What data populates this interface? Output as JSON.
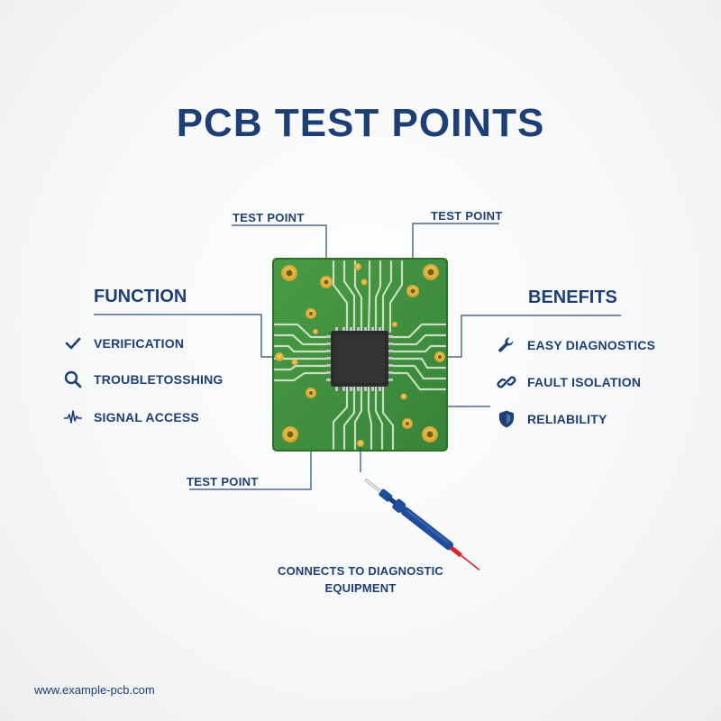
{
  "title": "PCB TEST POINTS",
  "test_points": {
    "top_left": "TEST POINT",
    "top_right": "TEST POINT",
    "bottom_left": "TEST POINT"
  },
  "function": {
    "heading": "FUNCTION",
    "items": [
      {
        "label": "VERIFICATION",
        "icon": "checkmark-icon"
      },
      {
        "label": "TROUBLETOSSHING",
        "icon": "magnifier-icon"
      },
      {
        "label": "SIGNAL ACCESS",
        "icon": "waveform-icon"
      }
    ]
  },
  "benefits": {
    "heading": "BENEFITS",
    "items": [
      {
        "label": "EASY DIAGNOSTICS",
        "icon": "wrench-icon"
      },
      {
        "label": "FAULT ISOLATION",
        "icon": "chain-link-icon"
      },
      {
        "label": "RELIABILITY",
        "icon": "shield-icon"
      }
    ]
  },
  "probe_caption_line1": "CONNECTS TO DIAGNOSTIC",
  "probe_caption_line2": "EQUIPMENT",
  "footer_url": "www.example-pcb.com",
  "colors": {
    "navy": "#1e3f73",
    "pcb_green": "#3f8f3a",
    "pcb_border": "#2e6e2a",
    "pad_gold": "#e0b233",
    "trace": "#d8e8cf",
    "chip": "#2b2b2b",
    "probe_blue": "#1f4d9a",
    "probe_tip": "#d9262c",
    "leader_line": "#2a4a7a"
  }
}
